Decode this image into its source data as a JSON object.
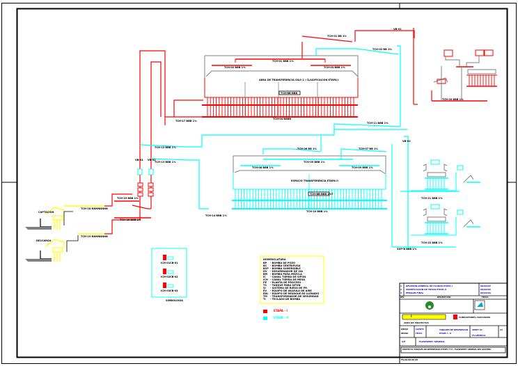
{
  "drawing": {
    "title": "FLOWSHEET GENERAL",
    "stage_one_title": "AREA DE TRANSFERENCIA SILO 1 / CLASIFICACION ETAPA I",
    "stage_two_title": "ESPACIO TRANSFERENCIA ETAPA II",
    "colors": {
      "stage_1": "#ff0000",
      "stage_2": "#00ffff",
      "structures": "#ffff00",
      "auxiliary": "#808080",
      "frame": "#000000",
      "title_block_text": "#0000cc"
    }
  },
  "labels": {
    "upper_header": "TCH-01 BBB 1%",
    "upper_left_sub": "TCH-02 BBB 1%",
    "upper_right_sub": "TCH-03 BBB 1%",
    "upper_bottom": "TCH-04 BBBB",
    "upper_box_tag": "TCH-BB-BBB",
    "top_line_1": "TCH-01 BB 1%",
    "top_line_2": "TCH-02 BB 1%",
    "top_valve": "VB-01",
    "lower_header": "TCH-05 BBB 1%",
    "lower_top_1": "TCH-06 BB 1%",
    "lower_top_2": "TCH-07 BB 1%",
    "lower_left_sub": "TCH-08 BBB 1%",
    "lower_right_sub": "TCH-09 BBB 1%",
    "lower_bottom": "TCH-10 BBB 1%",
    "lower_box_tag": "TCH-BB-BBB 1%T",
    "mid_line_1": "TCH-11 BBB 1%",
    "mid_line_2": "TCH-12 BBB 1%",
    "cyan_line_1": "TCH-13 BBB 1%",
    "cyan_line_2": "TCH-14 BBB 1%",
    "left_line_1": "TCH-15 BBB 1%",
    "left_line_2": "TCH-16 BBB 1%",
    "left_line_3": "TCH-17 BBB 1%",
    "pump_1": "VB-01",
    "pump_2": "VB-02",
    "intake_1": "CAPTACION",
    "intake_2": "DESCARGA",
    "intake_pipe_1": "TCH-18 NNNNNNNN",
    "intake_pipe_2": "TCH-19 NNNNNNNN",
    "right_top_line": "TCH-20 BBB 1%",
    "right_unit_line_1": "TCH-21 BBB 1%",
    "right_unit_line_2": "TCH-22 BBB 1%",
    "right_vertical": "VB-02",
    "right_bottom_tag": "SUP-B BBB 1%"
  },
  "equipment_legend": {
    "title": "SIMBOLOGIA",
    "items": [
      {
        "left": "ICH-01",
        "right": "CB-01"
      },
      {
        "left": "ICH-02",
        "right": "CB-02"
      },
      {
        "left": "ICH-03",
        "right": "CB-03"
      }
    ]
  },
  "nomenclature": {
    "title": "NOMENCLATURA",
    "items": [
      {
        "code": "BP",
        "desc": "BOMBA DE POZO"
      },
      {
        "code": "BC",
        "desc": "BOMBA CENTRIFUGA"
      },
      {
        "code": "BSP",
        "desc": "BOMBA SUMERGIBLE"
      },
      {
        "code": "DV",
        "desc": "DESARENADOR DE VIA"
      },
      {
        "code": "BM",
        "desc": "BOMBA PARA MEZCLA"
      },
      {
        "code": "IC",
        "desc": "CANAL TIERRA DE SIFON"
      },
      {
        "code": "ICH",
        "desc": "CANAL TIERRA DE MESA"
      },
      {
        "code": "PE",
        "desc": "PLANTA DE PROCESO"
      },
      {
        "code": "TS",
        "desc": "TANQUE PARA SIFON"
      },
      {
        "code": "SI",
        "desc": "SISTEMA DE RIEGO DE PR"
      },
      {
        "code": "EV",
        "desc": "EQUIPO DE VALVULA DE AIRE"
      },
      {
        "code": "EDL",
        "desc": "EQUIPO DE DESAGUE DE LLENADO"
      },
      {
        "code": "TM",
        "desc": "TRANSFORMADOR DE SEGURIDAD"
      },
      {
        "code": "TI",
        "desc": "TECLADO DE BOMBA"
      }
    ]
  },
  "stage_legend": [
    {
      "label": "ETAPA - I",
      "color": "#ff0000"
    },
    {
      "label": "ETAPA - II",
      "color": "#00ffff"
    }
  ],
  "title_block": {
    "revision_rows": [
      {
        "rev": "1",
        "desc": "REVISION GENERAL DE PLANOS ETAPA I",
        "date": "00/00/00"
      },
      {
        "rev": "2",
        "desc": "MODIFICACION DE TRAZO ETAPA II",
        "date": "00/00/00"
      },
      {
        "rev": "3",
        "desc": "EMISION FINAL",
        "date": "00/00/00"
      }
    ],
    "rev_header": "REV",
    "desc_header": "DESCRIPCION",
    "date_header": "FECHA",
    "company_banner": "I",
    "company_name": "AREA DE PROYECTOS",
    "consultant": "CONSULTORES ASOCIADOS",
    "drawn_label": "DIBUJO",
    "drawn_value": "CLIENTE",
    "checked_label": "REVISO",
    "checked_value": "FECHA",
    "scale_label": "ESCALA",
    "scale_value": "S/E",
    "project": "TANQUES DE DESPRESION",
    "project_sub": "ETAPA I - II",
    "sheet_label": "HOJA",
    "sheet_value": "SHEET 01",
    "drawing_no_label": "PLANO No",
    "drawing_no_value": "FS-GENERAL",
    "size": "A1",
    "drawing_title": "FLOWSHEET GENERAL",
    "footer": "PROYECTO TANQUES DE DESPRESION ETAPA I Y II - FLOWSHEET GENERAL DEL SISTEMA",
    "file_code": "FS-00-00-00-00"
  }
}
